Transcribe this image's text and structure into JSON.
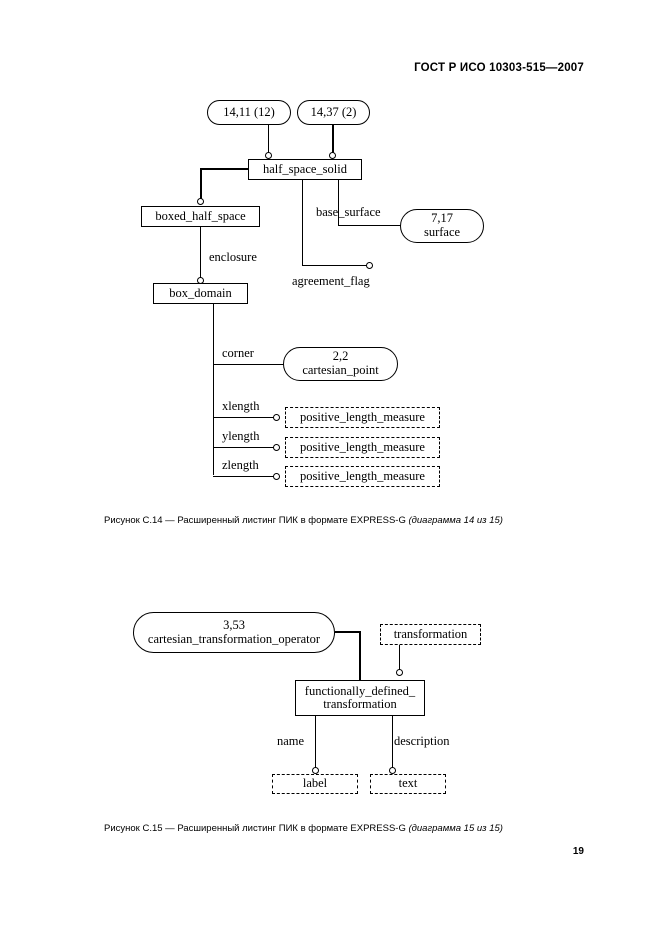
{
  "document": {
    "standard_header": "ГОСТ Р ИСО 10303-515—2007",
    "page_number": "19"
  },
  "figure_14": {
    "caption_prefix": "Рисунок С.14 — Расширенный листинг ПИК в формате EXPRESS-G ",
    "caption_suffix": "(диаграмма 14 из 15)",
    "nodes": {
      "ref_14_11": "14,11 (12)",
      "ref_14_37": "14,37 (2)",
      "half_space_solid": "half_space_solid",
      "boxed_half_space": "boxed_half_space",
      "box_domain": "box_domain",
      "surface_ref": "7,17\nsurface",
      "cartesian_point_ref": "2,2\ncartesian_point",
      "positive_length_measure_1": "positive_length_measure",
      "positive_length_measure_2": "positive_length_measure",
      "positive_length_measure_3": "positive_length_measure"
    },
    "edge_labels": {
      "base_surface": "base_surface",
      "agreement_flag": "agreement_flag",
      "enclosure": "enclosure",
      "corner": "corner",
      "xlength": "xlength",
      "ylength": "ylength",
      "zlength": "zlength"
    }
  },
  "figure_15": {
    "caption_prefix": "Рисунок С.15 — Расширенный листинг ПИК в формате EXPRESS-G ",
    "caption_suffix": "(диаграмма 15 из 15)",
    "nodes": {
      "cartesian_transformation_operator_ref": "3,53\ncartesian_transformation_operator",
      "transformation": "transformation",
      "functionally_defined_transformation": "functionally_defined_\ntransformation",
      "label": "label",
      "text": "text"
    },
    "edge_labels": {
      "name": "name",
      "description": "description"
    }
  }
}
